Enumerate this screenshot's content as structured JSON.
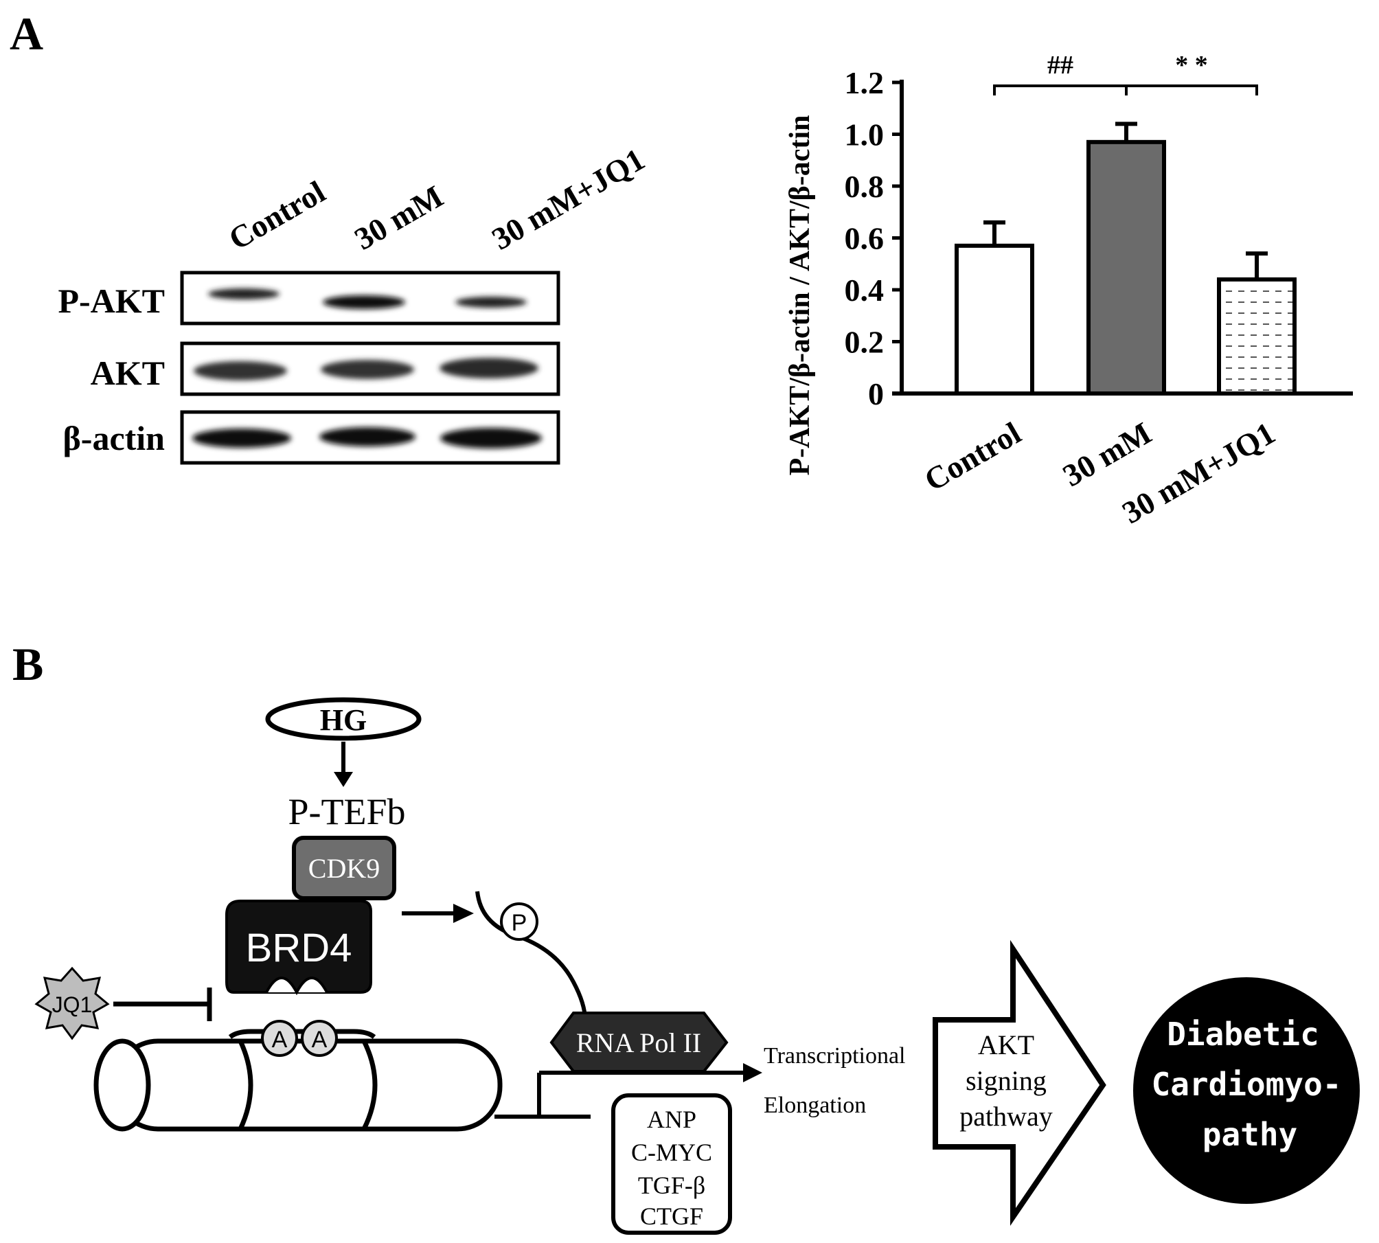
{
  "panel_a": {
    "letter": "A",
    "blot": {
      "lane_labels": [
        "Control",
        "30 mM",
        "30 mM+JQ1"
      ],
      "row_labels": [
        "P-AKT",
        "AKT",
        "β-actin"
      ]
    }
  },
  "chart_data": {
    "type": "bar",
    "categories": [
      "Control",
      "30 mM",
      "30 mM+JQ1"
    ],
    "values": [
      0.57,
      0.97,
      0.44
    ],
    "errors": [
      0.09,
      0.07,
      0.1
    ],
    "ylabel": "P-AKT/β-actin / AKT/β-actin",
    "xlabel": "",
    "ylim": [
      0,
      1.2
    ],
    "yticks": [
      "0",
      "0.2",
      "0.4",
      "0.6",
      "0.8",
      "1.0",
      "1.2"
    ],
    "significance": [
      {
        "from": 0,
        "to": 1,
        "label": "##"
      },
      {
        "from": 1,
        "to": 2,
        "label": "* *"
      }
    ],
    "bar_fills": [
      "white",
      "gray",
      "dashed"
    ],
    "colors": {
      "gray_fill": "#6b6b6b",
      "outline": "#000000"
    }
  },
  "panel_b": {
    "letter": "B",
    "hg": "HG",
    "ptefb": "P-TEFb",
    "cdk9": "CDK9",
    "brd4": "BRD4",
    "jq1": "JQ1",
    "acetyl_a1": "A",
    "acetyl_a2": "A",
    "phospho": "P",
    "rna_pol": "RNA Pol II",
    "transcriptional": "Transcriptional",
    "elongation": "Elongation",
    "genes": [
      "ANP",
      "C-MYC",
      "TGF-β",
      "CTGF"
    ],
    "akt_line1": "AKT",
    "akt_line2": "signing",
    "akt_line3": "pathway",
    "dcm_line1": "Diabetic",
    "dcm_line2": "Cardiomyo-",
    "dcm_line3": "pathy",
    "colors": {
      "cdk9_fill": "#6e6e6e",
      "brd4_fill": "#111111",
      "jq1_fill": "#bdbdbd",
      "dcm_fill": "#000000"
    }
  }
}
